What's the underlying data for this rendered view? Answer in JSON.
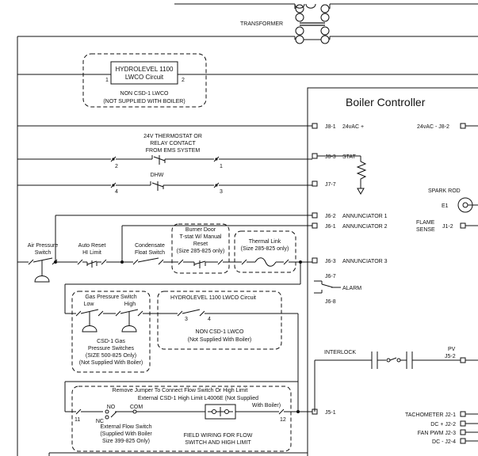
{
  "transformer": {
    "label": "TRANSFORMER"
  },
  "top_lwco": {
    "box_line1": "HYDROLEVEL 1100",
    "box_line2": "LWCO Circuit",
    "pin_left": "1",
    "pin_right": "2",
    "note1": "NON CSD-1 LWCO",
    "note2": "(NOT SUPPLIED WITH BOILER)"
  },
  "controller": {
    "title": "Boiler Controller",
    "left_terminals": [
      {
        "id": "J8-1",
        "label": "24vAC +"
      },
      {
        "id": "J8-3",
        "label": "STAT"
      },
      {
        "id": "J7-7",
        "label": ""
      },
      {
        "id": "J6-2",
        "label": "ANNUNCIATOR 1"
      },
      {
        "id": "J6-1",
        "label": "ANNUNCIATOR 2"
      },
      {
        "id": "J6-3",
        "label": "ANNUNCIATOR 3"
      },
      {
        "id": "J6-7",
        "label": ""
      },
      {
        "id": "J6-8",
        "label": ""
      },
      {
        "id": "J5-1",
        "label": ""
      }
    ],
    "alarm": "ALARM",
    "right_24v": "24vAC -  J8-2",
    "spark_rod": "SPARK ROD",
    "e1": "E1",
    "flame_line1": "FLAME",
    "flame_line2": "SENSE",
    "flame_pin": "J1-2",
    "interlock": "INTERLOCK",
    "pv_label": "PV",
    "pv_pin": "J5-2",
    "bottom_right": [
      {
        "label": "TACHOMETER J2-1"
      },
      {
        "label": "DC + J2-2"
      },
      {
        "label": "FAN PWM J2-3"
      },
      {
        "label": "DC -  J2-4"
      }
    ]
  },
  "thermostat": {
    "line1": "24V THERMOSTAT OR",
    "line2": "RELAY CONTACT",
    "line3": "FROM EMS SYSTEM",
    "pin_a": "2",
    "pin_b": "1"
  },
  "dhw": {
    "label": "DHW",
    "pin_a": "4",
    "pin_b": "3"
  },
  "safety_chain": {
    "air_pressure": [
      "Air Pressure",
      "Switch"
    ],
    "auto_reset": [
      "Auto Reset",
      "HI Limit"
    ],
    "condensate": [
      "Condensate",
      "Float Switch"
    ],
    "burner_door": [
      "Burner Door",
      "T-stat W/ Manual",
      "Reset",
      "(Size 285-825 only)"
    ],
    "thermal_link": [
      "Thermal Link",
      "(Size 285-825 only)"
    ]
  },
  "gas_pressure": {
    "title": "Gas Pressure Switch",
    "low": "Low",
    "high": "High",
    "note": [
      "CSD-1 Gas",
      "Pressure Switches",
      "(SIZE 500-825 Only)",
      "(Not Supplied With Boiler)"
    ]
  },
  "mid_lwco": {
    "title": "HYDROLEVEL 1100 LWCO Circuit",
    "pin_a": "3",
    "pin_b": "4",
    "note1": "NON CSD-1 LWCO",
    "note2": "(Not Supplied With Boiler)"
  },
  "flow_switch": {
    "line1": "Remove Jumper To Connect Flow Switch Or High Limit",
    "line2": "External CSD-1 High Limit L4006E (Not Supplied",
    "line3": "With Boiler)",
    "pin_left": "11",
    "pin_right": "12",
    "no": "NO",
    "com": "COM",
    "nc": "NC",
    "ext_flow": [
      "External Flow Switch",
      "(Supplied With Boiler",
      "Size 399-825 Only)"
    ],
    "field_wiring": [
      "FIELD WIRING FOR FLOW",
      "SWITCH AND HIGH LIMIT"
    ]
  }
}
